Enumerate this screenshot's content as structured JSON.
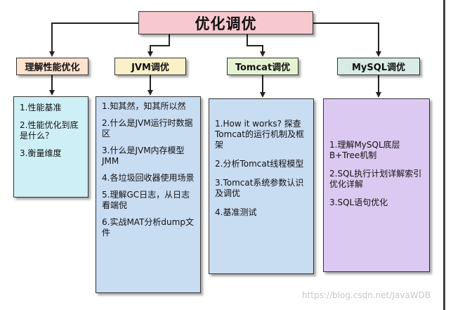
{
  "root": {
    "title": "优化调优"
  },
  "categories": [
    {
      "label": "理解性能优化"
    },
    {
      "label": "JVM调优"
    },
    {
      "label": "Tomcat调优"
    },
    {
      "label": "MySQL调优"
    }
  ],
  "details": [
    {
      "items": [
        "1.性能基准",
        "2.性能优化到底是什么？",
        "3.衡量维度"
      ]
    },
    {
      "items": [
        "1.知其然，知其所以然",
        "2.什么是JVM运行时数据区",
        "3.什么是JVM内存模型JMM",
        "4.各垃圾回收器使用场景",
        "5.理解GC日志，从日志看端倪",
        "6.实战MAT分析dump文件"
      ]
    },
    {
      "items": [
        "1.How it works? 探查Tomcat的运行机制及框架",
        "2.分析Tomcat线程模型",
        "3.Tomcat系统参数认识及调优",
        "4.基准测试"
      ]
    },
    {
      "items": [
        "1.理解MySQL底层B+Tree机制",
        "2.SQL执行计划详解索引优化详解",
        "3.SQL语句优化"
      ]
    }
  ],
  "watermark": "https://blog.csdn.net/JavaWDB"
}
